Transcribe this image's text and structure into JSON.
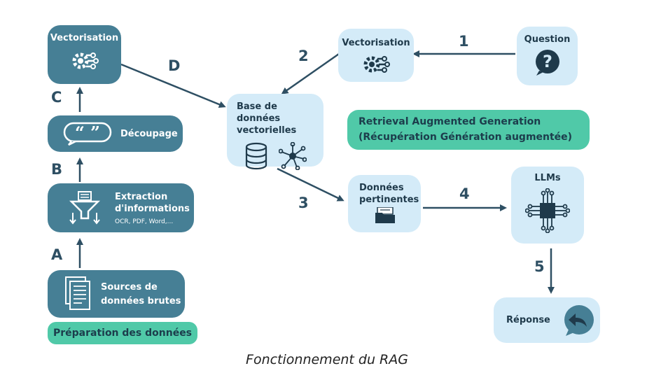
{
  "left": {
    "vectorisation": "Vectorisation",
    "decoupage": "Découpage",
    "extraction_line1": "Extraction",
    "extraction_line2": "d'informations",
    "extraction_sub": "OCR, PDF, Word,...",
    "sources_line1": "Sources de",
    "sources_line2": "données brutes",
    "prep_pill": "Préparation des données"
  },
  "center": {
    "base_line1": "Base de données",
    "base_line2": "vectorielles",
    "pertinentes_line1": "Données",
    "pertinentes_line2": "pertinentes"
  },
  "right": {
    "vectorisation": "Vectorisation",
    "question": "Question",
    "llms": "LLMs",
    "reponse": "Réponse"
  },
  "rag_pill": {
    "line1": "Retrieval Augmented Generation",
    "line2": "(Récupération Génération augmentée)"
  },
  "step_labels": {
    "A": "A",
    "B": "B",
    "C": "C",
    "D": "D",
    "s1": "1",
    "s2": "2",
    "s3": "3",
    "s4": "4",
    "s5": "5"
  },
  "caption": "Fonctionnement du RAG",
  "colors": {
    "dark_box": "#467f95",
    "light_box": "#d4ebf8",
    "accent_pill": "#50c9a8",
    "arrow": "#2e4f63"
  },
  "icons": [
    "gear-network-icon",
    "quote-bubble-icon",
    "funnel-icon",
    "document-icon",
    "database-icon",
    "network-node-icon",
    "folder-icon",
    "chip-icon",
    "question-bubble-icon",
    "reply-bubble-icon"
  ]
}
